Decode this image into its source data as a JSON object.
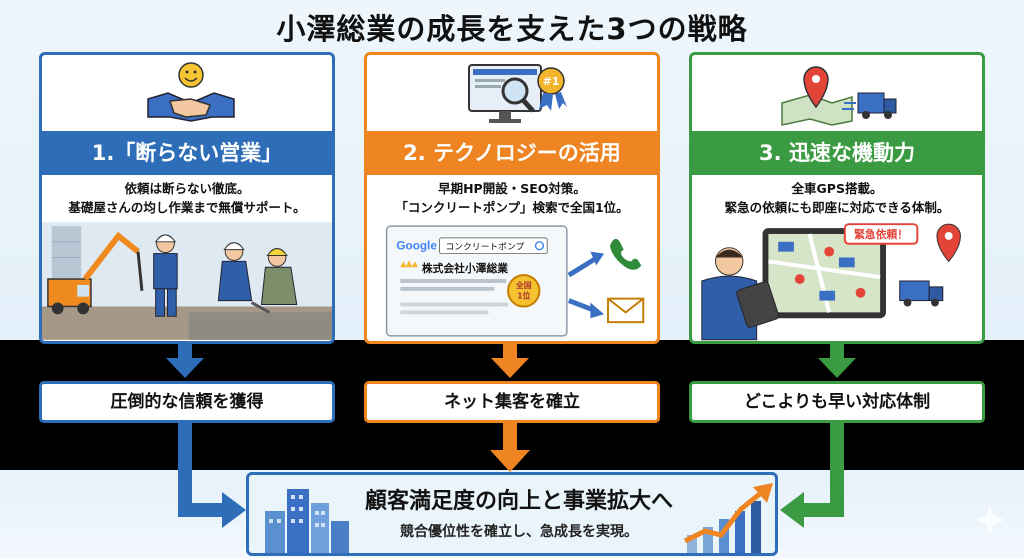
{
  "title": "小澤総業の成長を支えた3つの戦略",
  "colors": {
    "blue": "#2e6db8",
    "orange": "#ee8522",
    "green": "#3b9b42"
  },
  "strategies": [
    {
      "header": "1.「断らない営業」",
      "desc_lines": [
        "依頼は断らない徹底。",
        "基礎屋さんの均し作業まで無償サポート。"
      ],
      "result": "圧倒的な信頼を獲得"
    },
    {
      "header": "2. テクノロジーの活用",
      "desc_lines": [
        "早期HP開設・SEO対策。",
        "「コンクリートポンプ」検索で全国1位。"
      ],
      "result": "ネット集客を確立",
      "search_logo": "Google",
      "search_query": "コンクリートポンプ",
      "result_company": "株式会社小澤総業",
      "badge_line1": "全国",
      "badge_line2": "1位",
      "ribbon": "#1"
    },
    {
      "header": "3. 迅速な機動力",
      "desc_lines": [
        "全車GPS搭載。",
        "緊急の依頼にも即座に対応できる体制。"
      ],
      "result": "どこよりも早い対応体制",
      "urgent_label": "緊急依頼！"
    }
  ],
  "goal": {
    "title": "顧客満足度の向上と事業拡大へ",
    "subtitle": "競合優位性を確立し、急成長を実現。"
  }
}
